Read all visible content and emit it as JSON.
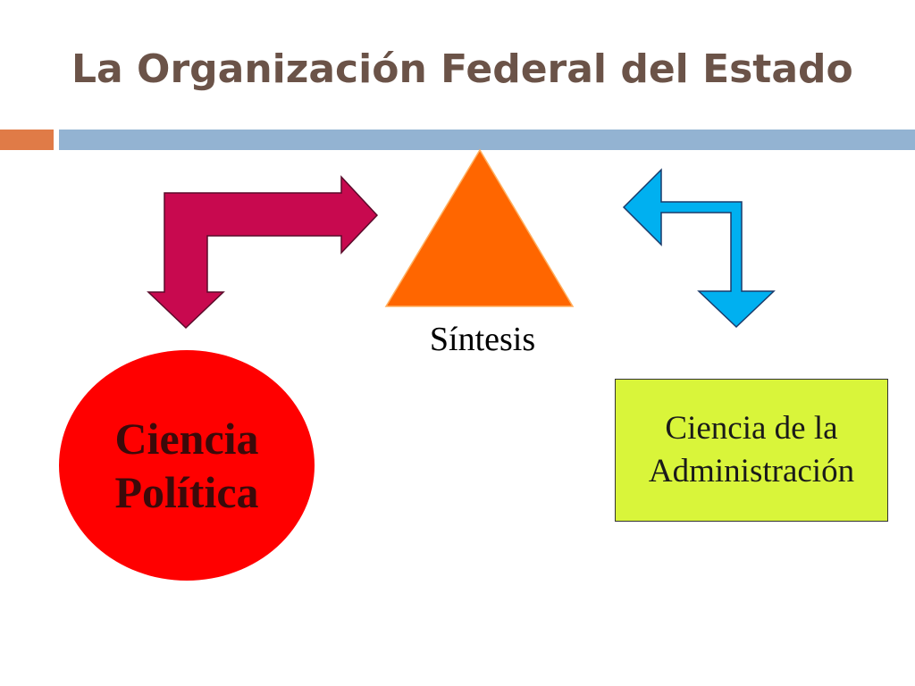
{
  "slide": {
    "title": "La Organización Federal del Estado"
  },
  "diagram": {
    "synthesis_label": "Síntesis",
    "left_node": {
      "line1": "Ciencia",
      "line2": "Política"
    },
    "right_node": {
      "line1": "Ciencia de la",
      "line2": "Administración"
    }
  },
  "colors": {
    "title": "#6b5348",
    "accent_bar": "#e07b47",
    "main_bar": "#93b3d2",
    "left_arrow": "#c8094f",
    "right_arrow": "#00b0f0",
    "triangle": "#ff6600",
    "circle": "#ff0000",
    "box": "#d9f53a"
  }
}
